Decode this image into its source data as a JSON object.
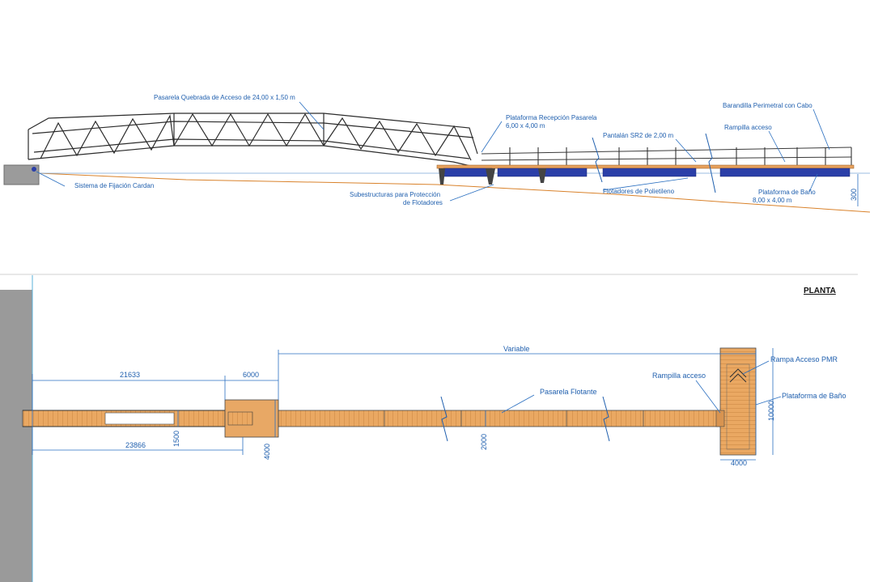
{
  "elevation": {
    "labels": {
      "pasarela_quebrada": "Pasarela Quebrada de Acceso de 24,00 x 1,50 m",
      "sistema_fijacion": "Sistema de Fijación Cardan",
      "plataforma_recepcion_1": "Plataforma Recepción Pasarela",
      "plataforma_recepcion_2": "6,00 x 4,00 m",
      "pantalan": "Pantalán SR2 de 2,00 m",
      "subestructuras_1": "Subestructuras para Protección",
      "subestructuras_2": "de Flotadores",
      "flotadores": "Flotadores de Polietileno",
      "barandilla": "Barandilla Perimetral con Cabo",
      "rampilla": "Rampilla acceso",
      "plataforma_bano_1": "Plataforma de Baño",
      "plataforma_bano_2": "8,00 x 4,00 m",
      "dim_300": "300"
    }
  },
  "plan": {
    "title": "PLANTA",
    "labels": {
      "variable": "Variable",
      "rampa_pmr": "Rampa Acceso PMR",
      "rampilla": "Rampilla acceso",
      "plataforma_bano": "Plataforma de Baño",
      "pasarela_flotante": "Pasarela Flotante"
    },
    "dimensions": {
      "d21633": "21633",
      "d6000": "6000",
      "d23866": "23866",
      "d1500": "1500",
      "d4000_v": "4000",
      "d2000": "2000",
      "d10000": "10000",
      "d4000_h": "4000"
    }
  }
}
